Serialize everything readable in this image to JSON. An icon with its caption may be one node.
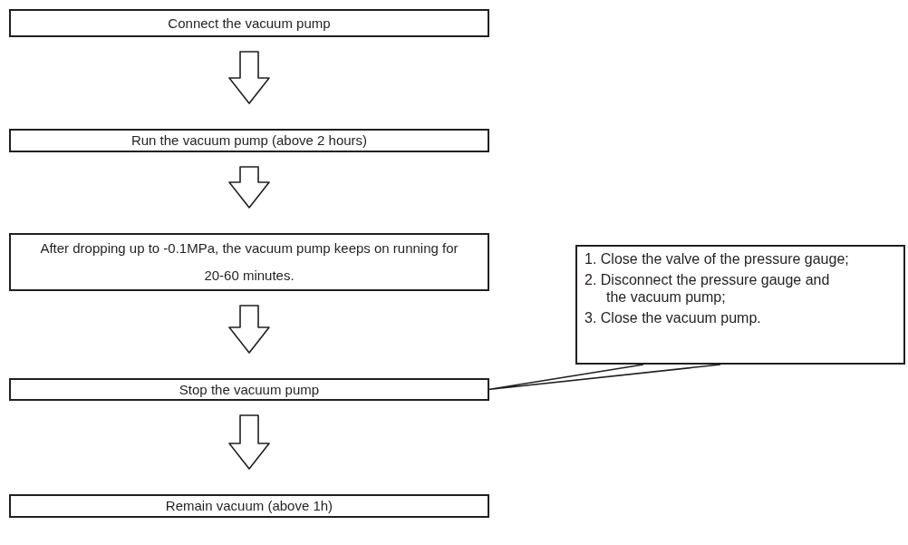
{
  "diagram": {
    "nodes": [
      {
        "text": [
          "Connect the vacuum pump"
        ]
      },
      {
        "text": [
          "Run the vacuum pump (above 2 hours)"
        ]
      },
      {
        "text": [
          "After dropping up to -0.1MPa, the vacuum pump keeps on running for 20-60 minutes."
        ]
      },
      {
        "text": [
          "Stop the vacuum pump"
        ]
      },
      {
        "text": [
          "Remain vacuum (above 1h)"
        ]
      },
      {
        "text": [
          "1. Close the valve of the pressure gauge;",
          "2. Disconnect the pressure gauge and the vacuum pump;",
          "3. Close the vacuum pump."
        ]
      }
    ],
    "edges": [
      {
        "from": 0,
        "to": 1,
        "arrow": "to"
      },
      {
        "from": 1,
        "to": 2,
        "arrow": "to"
      },
      {
        "from": 2,
        "to": 3,
        "arrow": "to"
      },
      {
        "from": 3,
        "to": 4,
        "arrow": "to"
      },
      {
        "from": 5,
        "to": 3,
        "arrow": "none"
      }
    ]
  }
}
